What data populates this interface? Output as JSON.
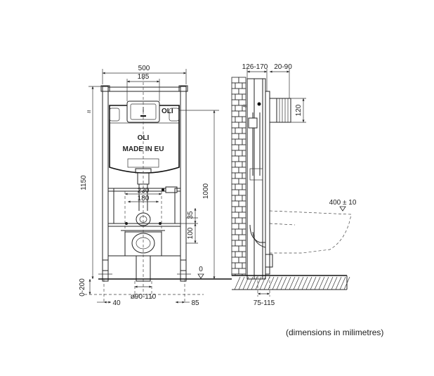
{
  "front_view": {
    "logo_brand": "OLI",
    "logo_origin": "MADE IN EU",
    "dims": {
      "width_total": "500",
      "width_plate": "185",
      "height_total": "1150",
      "height_frame": "1000",
      "spacing_230": "230",
      "spacing_180": "180",
      "height_35": "35",
      "height_100": "100",
      "zero_mark": "0",
      "foot_range": "0-200",
      "foot_40": "40",
      "pipe_diameter": "ø90-110",
      "foot_85": "85"
    }
  },
  "side_view": {
    "dims": {
      "wall_depth": "126-170",
      "protrusion": "20-90",
      "height_120": "120",
      "bowl_height": "400 ± 10",
      "outlet_range": "75-115"
    }
  },
  "note": "(dimensions in milimetres)"
}
